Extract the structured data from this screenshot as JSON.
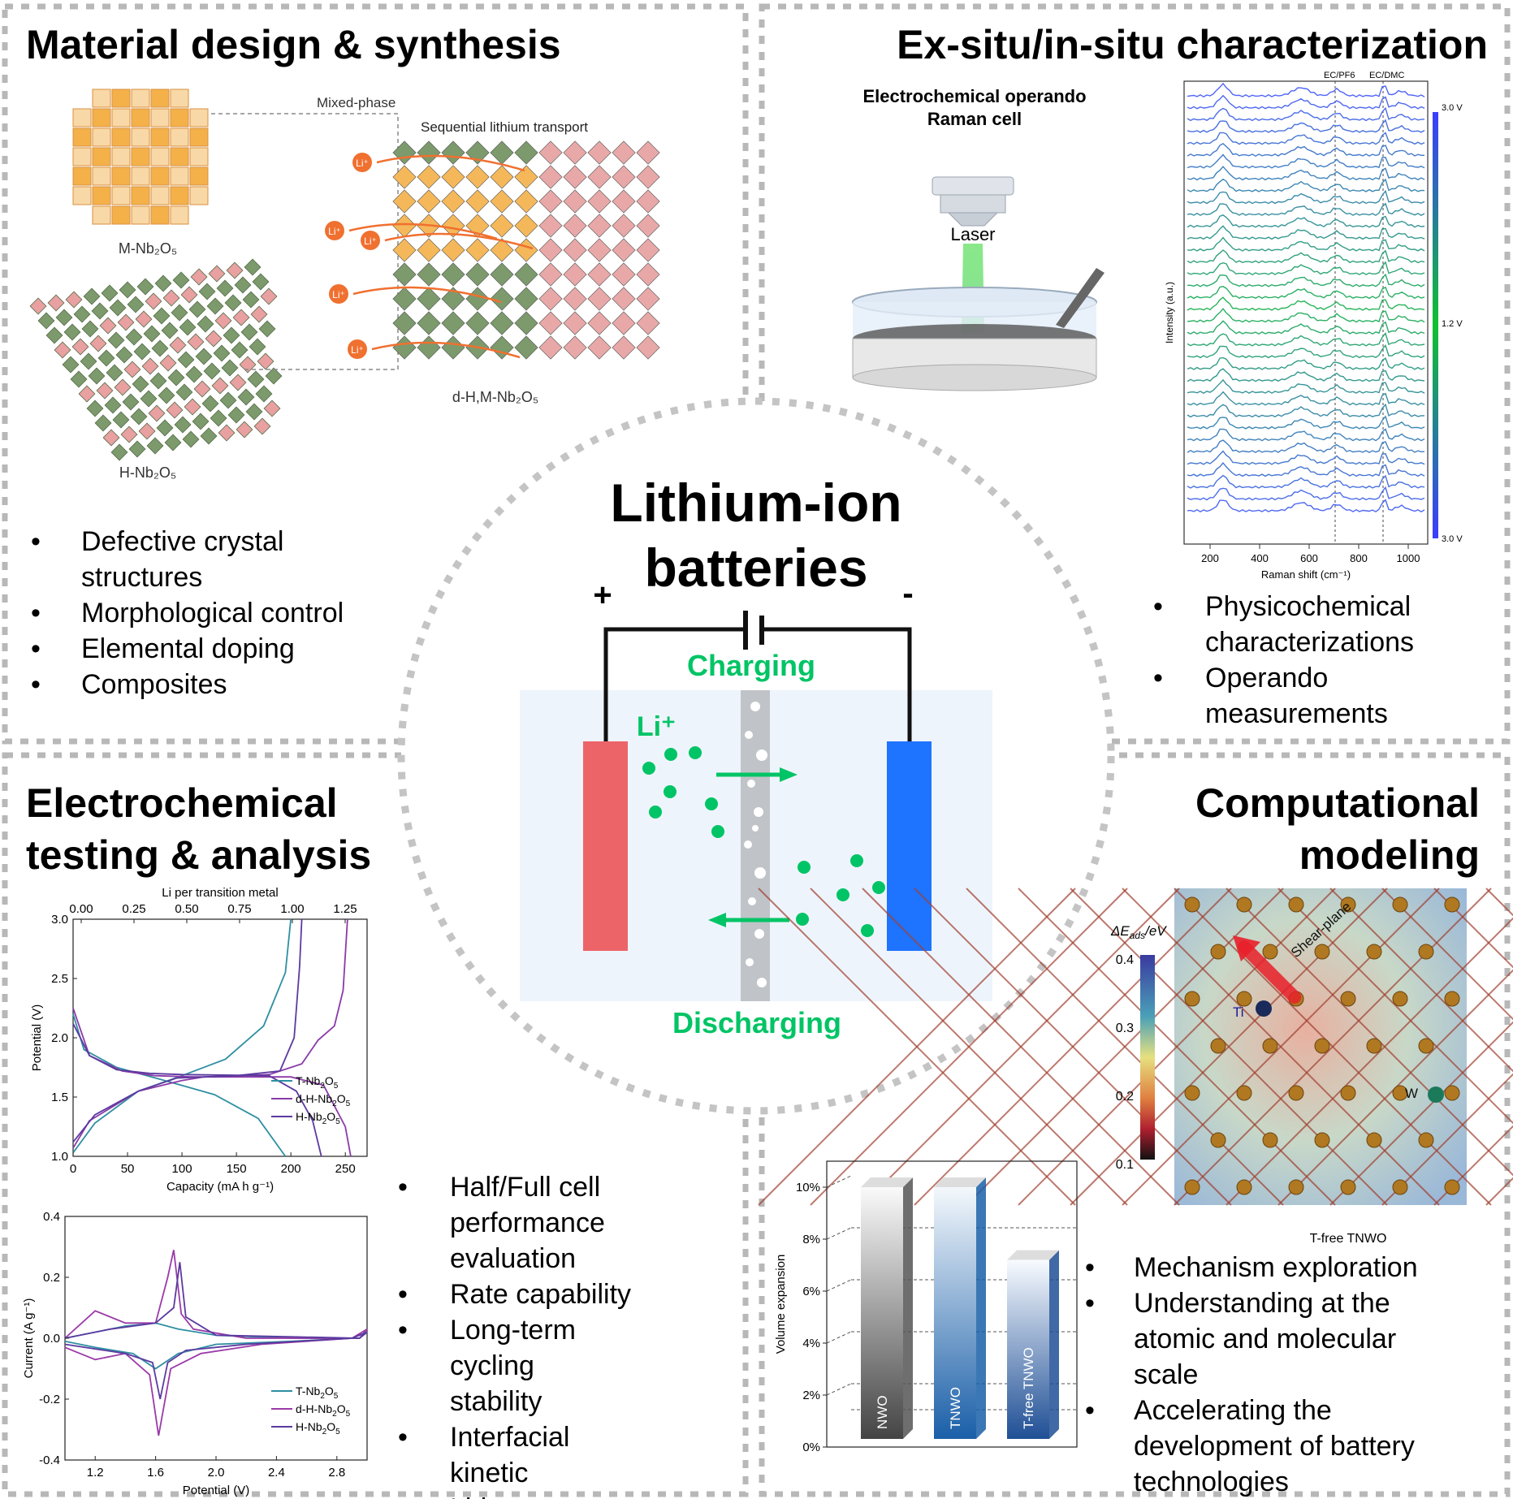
{
  "center": {
    "title_line1": "Lithium-ion",
    "title_line2": "batteries",
    "plus": "+",
    "minus": "-",
    "charging": "Charging",
    "discharging": "Discharging",
    "li_label": "Li⁺",
    "colors": {
      "cathode": "#ec6468",
      "anode": "#1e73ff",
      "ion": "#00c465",
      "electrolyte": "#eef4fc"
    }
  },
  "q1": {
    "title": "Material design & synthesis",
    "mixed_phase": "Mixed-phase",
    "sequential": "Sequential lithium transport",
    "m_label": "M-Nb₂O₅",
    "h_label": "H-Nb₂O₅",
    "dhm_label": "d-H,M-Nb₂O₅",
    "li_ion": "Li⁺",
    "bullets": [
      "Defective crystal structures",
      "Morphological control",
      "Elemental doping",
      "Composites"
    ]
  },
  "q2": {
    "title": "Ex-situ/in-situ characterization",
    "cell_line1": "Electrochemical operando",
    "cell_line2": "Raman cell",
    "laser": "Laser",
    "raman": {
      "ec_pf6": "EC/PF6",
      "ec_dmc": "EC/DMC",
      "v_top": "3.0 V",
      "v_mid": "1.2 V",
      "v_bot": "3.0 V",
      "ylabel": "Intensity (a.u.)",
      "xlabel": "Raman shift (cm⁻¹)",
      "xticks": [
        "200",
        "400",
        "600",
        "800",
        "1000"
      ]
    },
    "bullets": [
      "Physicochemical characterizations",
      "Operando measurements"
    ]
  },
  "q3": {
    "title_line1": "Electrochemical",
    "title_line2": "testing & analysis",
    "bullets": [
      "Half/Full cell performance evaluation",
      "Rate capability",
      "Long-term cycling stability",
      "Interfacial kinetic",
      "Li-ion diffusivity"
    ]
  },
  "q4": {
    "title_line1": "Computational",
    "title_line2": "modeling",
    "eads_label": "ΔE_ads/eV",
    "cbar_ticks": [
      "0.4",
      "0.3",
      "0.2",
      "0.1"
    ],
    "shear_plane": "Shear-plane",
    "ti": "Ti",
    "w": "W",
    "bullets": [
      "Mechanism exploration",
      "Understanding at the atomic and molecular scale",
      "Accelerating the development of battery technologies"
    ]
  },
  "chart_data": [
    {
      "type": "line",
      "id": "gcd",
      "xlabel": "Capacity (mA h g⁻¹)",
      "ylabel": "Potential (V)",
      "top_xlabel": "Li per transition metal",
      "xlim": [
        0,
        270
      ],
      "ylim": [
        1.0,
        3.0
      ],
      "xticks": [
        "0",
        "50",
        "100",
        "150",
        "200",
        "250"
      ],
      "yticks": [
        "1.0",
        "1.5",
        "2.0",
        "2.5",
        "3.0"
      ],
      "top_xticks": [
        "0.00",
        "0.25",
        "0.50",
        "0.75",
        "1.00",
        "1.25"
      ],
      "series": [
        {
          "name": "T-Nb2O5",
          "color": "#2e8fa2",
          "discharge": [
            [
              0,
              2.2
            ],
            [
              10,
              1.9
            ],
            [
              40,
              1.75
            ],
            [
              80,
              1.65
            ],
            [
              130,
              1.52
            ],
            [
              170,
              1.32
            ],
            [
              195,
              1.0
            ]
          ],
          "charge": [
            [
              0,
              1.03
            ],
            [
              20,
              1.28
            ],
            [
              60,
              1.55
            ],
            [
              100,
              1.68
            ],
            [
              140,
              1.82
            ],
            [
              175,
              2.1
            ],
            [
              195,
              2.55
            ],
            [
              200,
              3.0
            ]
          ]
        },
        {
          "name": "d-H-Nb2O5",
          "color": "#8a3aa8",
          "discharge": [
            [
              0,
              2.25
            ],
            [
              15,
              1.85
            ],
            [
              45,
              1.72
            ],
            [
              75,
              1.68
            ],
            [
              110,
              1.67
            ],
            [
              200,
              1.67
            ],
            [
              230,
              1.6
            ],
            [
              250,
              1.25
            ],
            [
              255,
              1.0
            ]
          ],
          "charge": [
            [
              0,
              1.07
            ],
            [
              15,
              1.3
            ],
            [
              60,
              1.55
            ],
            [
              100,
              1.64
            ],
            [
              120,
              1.67
            ],
            [
              180,
              1.69
            ],
            [
              210,
              1.78
            ],
            [
              225,
              1.98
            ],
            [
              240,
              2.1
            ],
            [
              248,
              2.4
            ],
            [
              252,
              3.0
            ]
          ]
        },
        {
          "name": "H-Nb2O5",
          "color": "#5b3aa0",
          "discharge": [
            [
              0,
              2.12
            ],
            [
              15,
              1.85
            ],
            [
              40,
              1.73
            ],
            [
              70,
              1.7
            ],
            [
              100,
              1.69
            ],
            [
              180,
              1.68
            ],
            [
              205,
              1.55
            ],
            [
              220,
              1.3
            ],
            [
              228,
              1.0
            ]
          ],
          "charge": [
            [
              0,
              1.12
            ],
            [
              20,
              1.35
            ],
            [
              60,
              1.55
            ],
            [
              95,
              1.66
            ],
            [
              150,
              1.68
            ],
            [
              190,
              1.72
            ],
            [
              203,
              2.0
            ],
            [
              208,
              2.6
            ],
            [
              210,
              3.0
            ]
          ]
        }
      ]
    },
    {
      "type": "line",
      "id": "cv",
      "xlabel": "Potential (V)",
      "ylabel": "Current (A g⁻¹)",
      "xlim": [
        1.0,
        3.0
      ],
      "ylim": [
        -0.4,
        0.4
      ],
      "xticks": [
        "1.2",
        "1.6",
        "2.0",
        "2.4",
        "2.8"
      ],
      "yticks": [
        "-0.4",
        "-0.2",
        "0.0",
        "0.2",
        "0.4"
      ],
      "series": [
        {
          "name": "T-Nb2O5",
          "color": "#2e8fa2",
          "points": [
            [
              1.0,
              0.0
            ],
            [
              1.2,
              0.02
            ],
            [
              1.4,
              0.04
            ],
            [
              1.6,
              0.05
            ],
            [
              1.75,
              0.03
            ],
            [
              2.0,
              0.01
            ],
            [
              2.5,
              0.0
            ],
            [
              2.95,
              0.0
            ],
            [
              3.0,
              0.02
            ],
            [
              2.9,
              -0.0
            ],
            [
              2.5,
              -0.01
            ],
            [
              2.0,
              -0.02
            ],
            [
              1.75,
              -0.05
            ],
            [
              1.6,
              -0.1
            ],
            [
              1.45,
              -0.05
            ],
            [
              1.2,
              -0.03
            ],
            [
              1.0,
              -0.01
            ]
          ]
        },
        {
          "name": "d-H-Nb2O5",
          "color": "#9b3aa8",
          "points": [
            [
              1.0,
              0.0
            ],
            [
              1.2,
              0.09
            ],
            [
              1.4,
              0.05
            ],
            [
              1.6,
              0.05
            ],
            [
              1.68,
              0.2
            ],
            [
              1.72,
              0.29
            ],
            [
              1.77,
              0.08
            ],
            [
              1.85,
              0.03
            ],
            [
              2.2,
              0.0
            ],
            [
              2.95,
              0.0
            ],
            [
              3.0,
              0.03
            ],
            [
              2.9,
              -0.0
            ],
            [
              2.3,
              -0.02
            ],
            [
              1.9,
              -0.05
            ],
            [
              1.7,
              -0.1
            ],
            [
              1.62,
              -0.32
            ],
            [
              1.56,
              -0.12
            ],
            [
              1.4,
              -0.05
            ],
            [
              1.2,
              -0.07
            ],
            [
              1.0,
              -0.03
            ]
          ]
        },
        {
          "name": "H-Nb2O5",
          "color": "#5b3aa0",
          "points": [
            [
              1.0,
              0.0
            ],
            [
              1.3,
              0.03
            ],
            [
              1.6,
              0.05
            ],
            [
              1.72,
              0.1
            ],
            [
              1.76,
              0.25
            ],
            [
              1.8,
              0.07
            ],
            [
              2.0,
              0.01
            ],
            [
              2.95,
              0.0
            ],
            [
              3.0,
              0.02
            ],
            [
              2.9,
              0.0
            ],
            [
              2.2,
              -0.02
            ],
            [
              1.8,
              -0.04
            ],
            [
              1.68,
              -0.08
            ],
            [
              1.63,
              -0.2
            ],
            [
              1.58,
              -0.08
            ],
            [
              1.4,
              -0.05
            ],
            [
              1.0,
              -0.02
            ]
          ]
        }
      ]
    },
    {
      "type": "bar",
      "id": "volume",
      "ylabel": "Volume expansion",
      "categories": [
        "NWO",
        "TNWO",
        "T-free TNWO"
      ],
      "values": [
        10.0,
        10.0,
        7.2
      ],
      "ylim": [
        0,
        11
      ],
      "yticks": [
        "0%",
        "2%",
        "4%",
        "6%",
        "8%",
        "10%"
      ],
      "colors": [
        "#555555",
        "#1a5fa8",
        "#1f4f95"
      ]
    }
  ]
}
